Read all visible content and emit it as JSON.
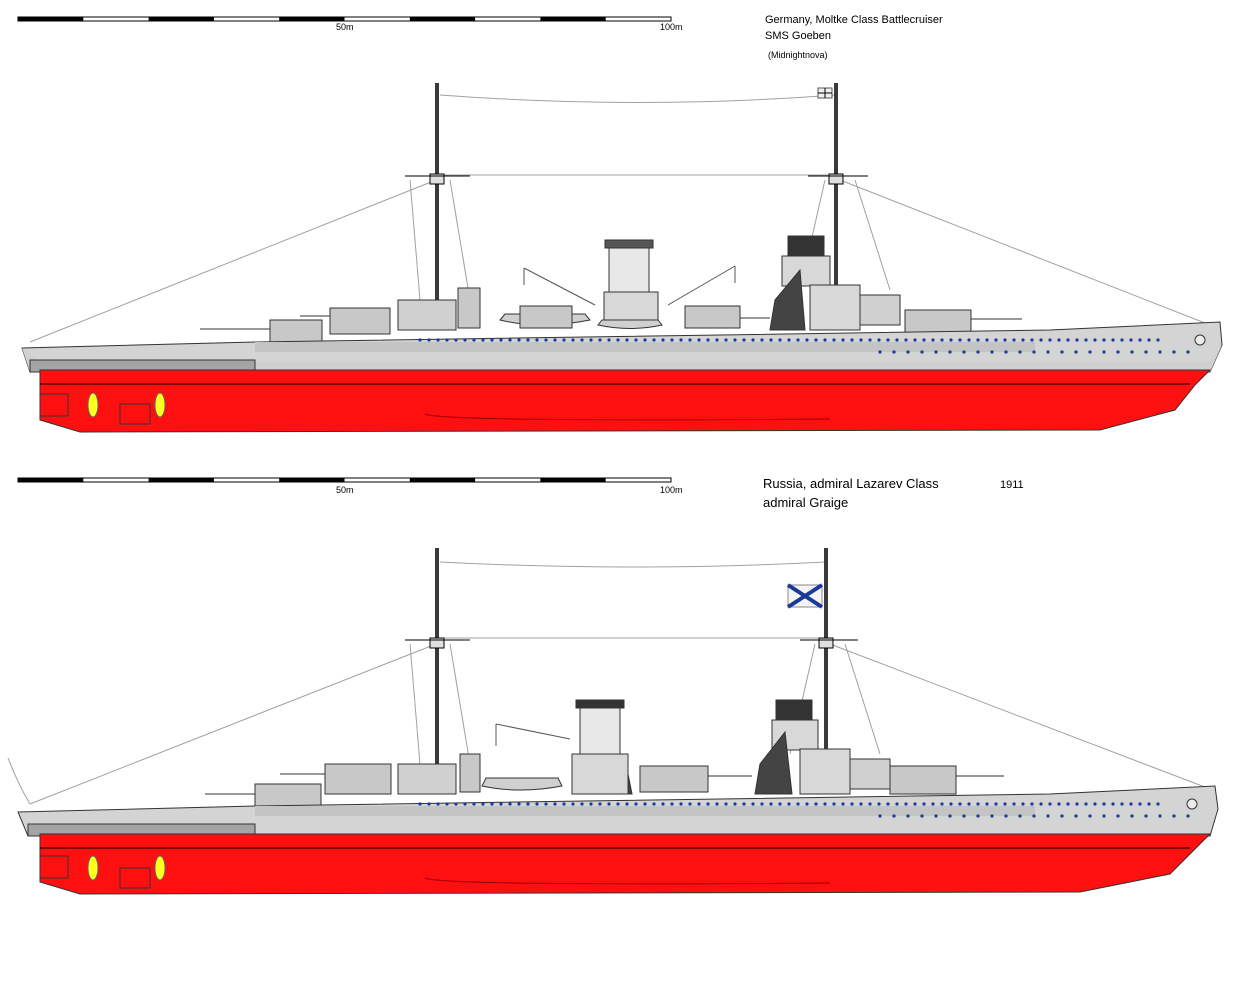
{
  "colors": {
    "hull_red": "#ff1010",
    "hull_grey": "#a4a4a4",
    "deck_grey": "#d4d4d4",
    "porthole_blue": "#1a3a9a",
    "propeller_yellow": "#ffff20",
    "funnel_cap": "#3a3a3a"
  },
  "ships": [
    {
      "scale": {
        "label_mid": "50m",
        "label_end": "100m"
      },
      "caption": {
        "line1": "Germany, Moltke Class Battlecruiser",
        "line2": "SMS Goeben",
        "credit": "(Midnightnova)"
      },
      "flag": "german-ensign"
    },
    {
      "scale": {
        "label_mid": "50m",
        "label_end": "100m"
      },
      "caption": {
        "line1": "Russia, admiral  Lazarev   Class",
        "year": "1911",
        "line2": "admiral  Graige"
      },
      "flag": "st-andrew-ensign"
    }
  ]
}
